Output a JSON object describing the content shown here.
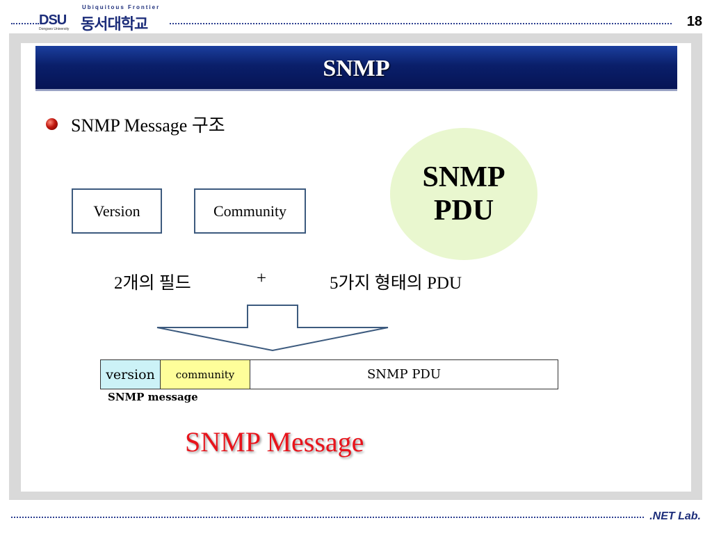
{
  "header": {
    "logo_tagline": "Ubiquitous Frontier",
    "logo_mark": "DSU",
    "logo_korean": "동서대학교",
    "logo_sub": "Dongseo University",
    "page_number": "18"
  },
  "slide": {
    "title": "SNMP",
    "bullet": "SNMP Message 구조",
    "fields": [
      "Version",
      "Community"
    ],
    "pdu_circle": [
      "SNMP",
      "PDU"
    ],
    "caption_left": "2개의 필드",
    "caption_plus": "+",
    "caption_right": "5가지 형태의 PDU",
    "message_segments": [
      "version",
      "community",
      "SNMP PDU"
    ],
    "message_label": "SNMP message",
    "big_label": "SNMP Message"
  },
  "footer": {
    "lab": ".NET Lab."
  },
  "colors": {
    "title_bar": "#0a1f6a",
    "accent_red": "#e8131b",
    "circle_fill": "#e9f7cf",
    "seg_version": "#ccf2f7",
    "seg_community": "#fefe9a"
  }
}
